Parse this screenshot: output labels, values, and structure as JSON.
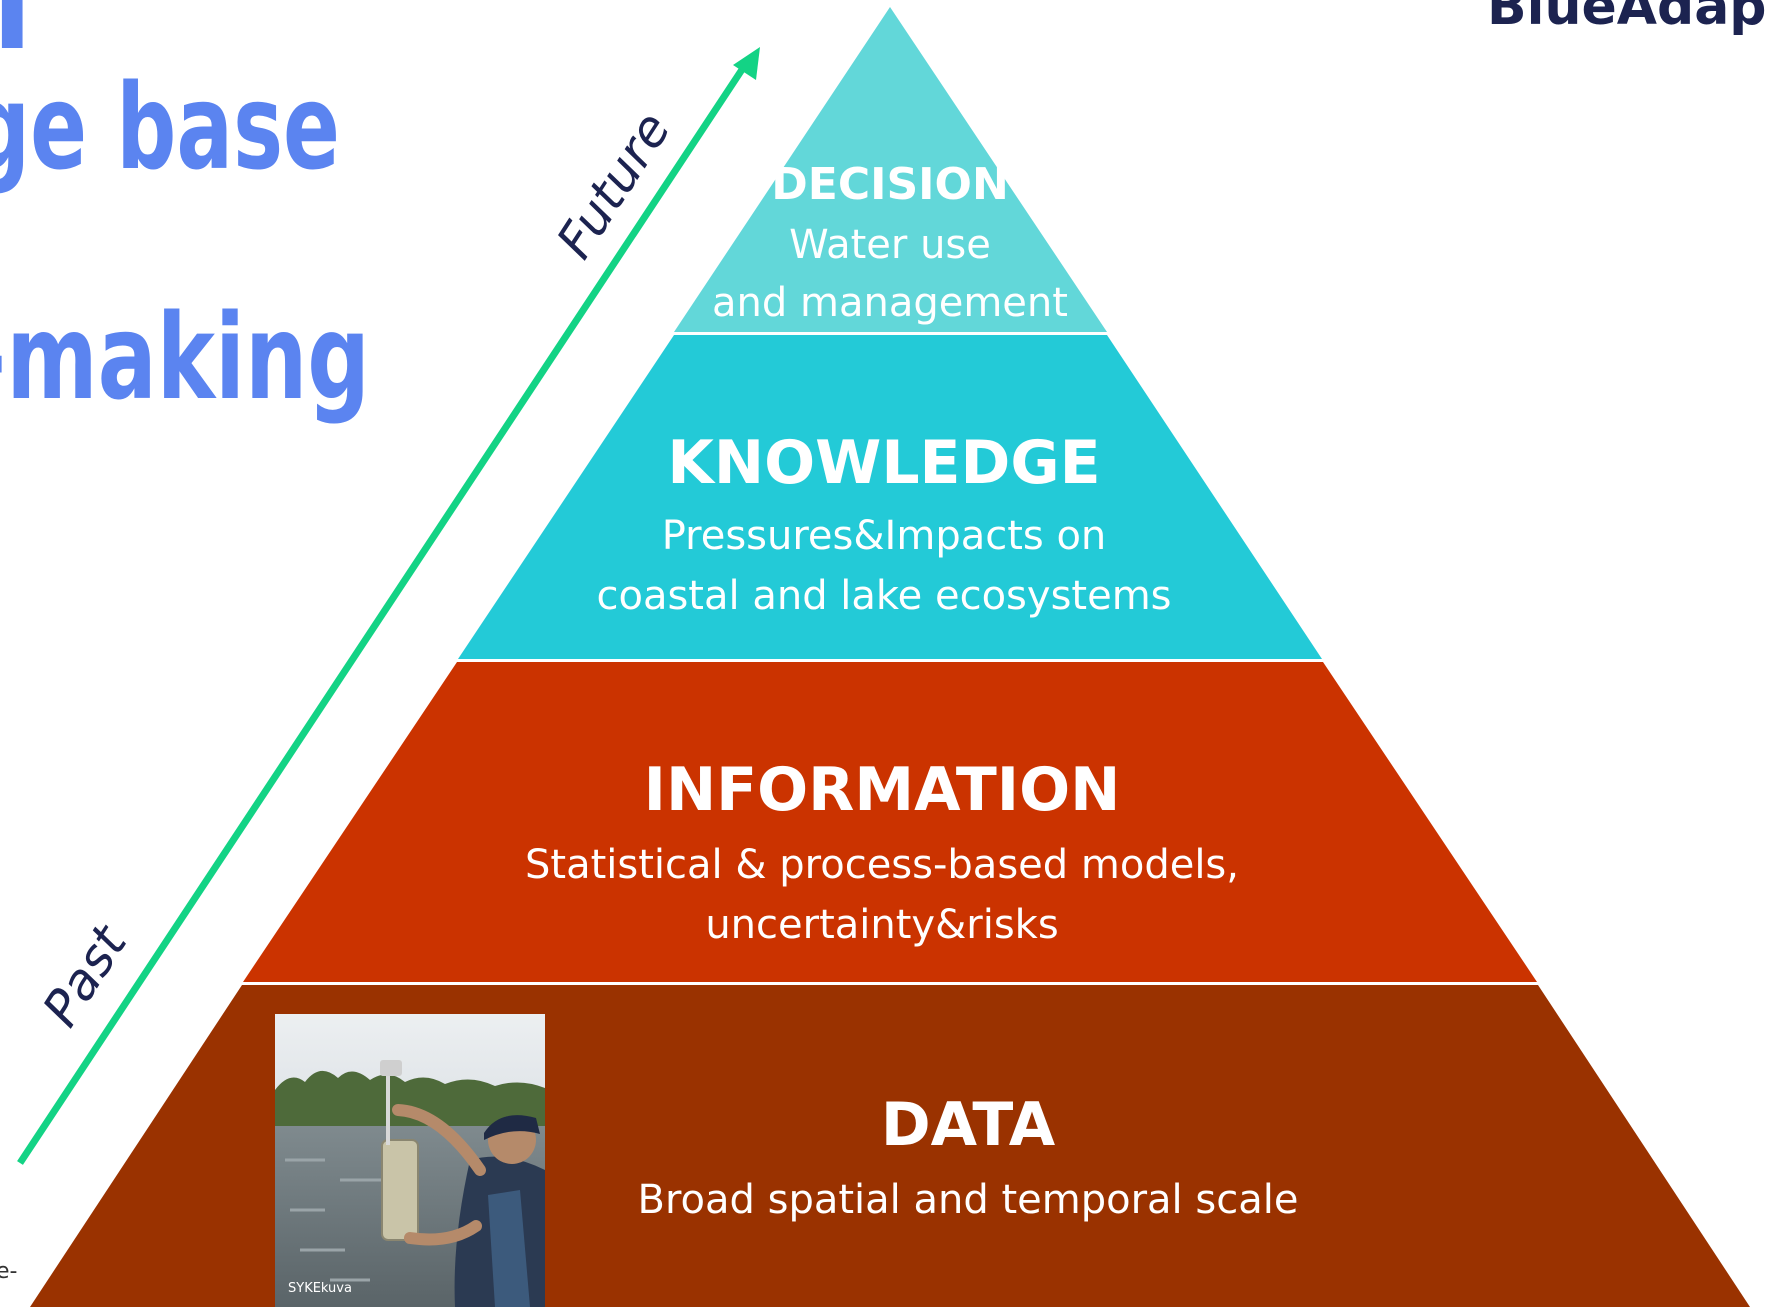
{
  "slide_title": {
    "line1": "l",
    "line2": "ge base",
    "line3": "-making",
    "color": "#5b84f0"
  },
  "logo": {
    "text": "BlueAdapt",
    "color": "#1c2350"
  },
  "footnote_fragment": "e-",
  "timeline": {
    "past_label": "Past",
    "future_label": "Future",
    "arrow_color": "#13d385",
    "label_color": "#1c2350"
  },
  "pyramid": {
    "levels": [
      {
        "id": "decision",
        "title": "DECISION",
        "lines": [
          "Water use",
          "and management"
        ],
        "color": "#62d7d9"
      },
      {
        "id": "knowledge",
        "title": "KNOWLEDGE",
        "lines": [
          "Pressures&Impacts on",
          "coastal and lake ecosystems"
        ],
        "color": "#23cad7"
      },
      {
        "id": "information",
        "title": "INFORMATION",
        "lines": [
          "Statistical & process-based models,",
          "uncertainty&risks"
        ],
        "color": "#cb3300"
      },
      {
        "id": "data",
        "title": "DATA",
        "lines": [
          "Broad spatial and temporal scale"
        ],
        "color": "#9a3200"
      }
    ]
  },
  "photo": {
    "caption": "SYKEkuva",
    "subject": "researcher-with-water-sampler"
  }
}
